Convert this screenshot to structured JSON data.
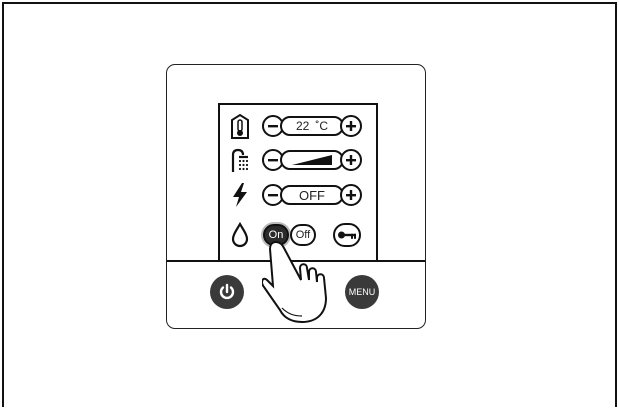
{
  "display": {
    "temperature_value": "22",
    "temperature_unit": "˚C",
    "power_mode_label": "OFF",
    "on_label": "On",
    "off_label": "Off"
  },
  "buttons": {
    "menu_label": "MENU"
  },
  "icons": {
    "row1": "thermometer-icon",
    "row2": "shower-icon",
    "row3": "lightning-icon",
    "row4": "flame-drop-icon",
    "key": "key-icon",
    "power": "power-icon",
    "hand": "hand-pointer-icon"
  }
}
